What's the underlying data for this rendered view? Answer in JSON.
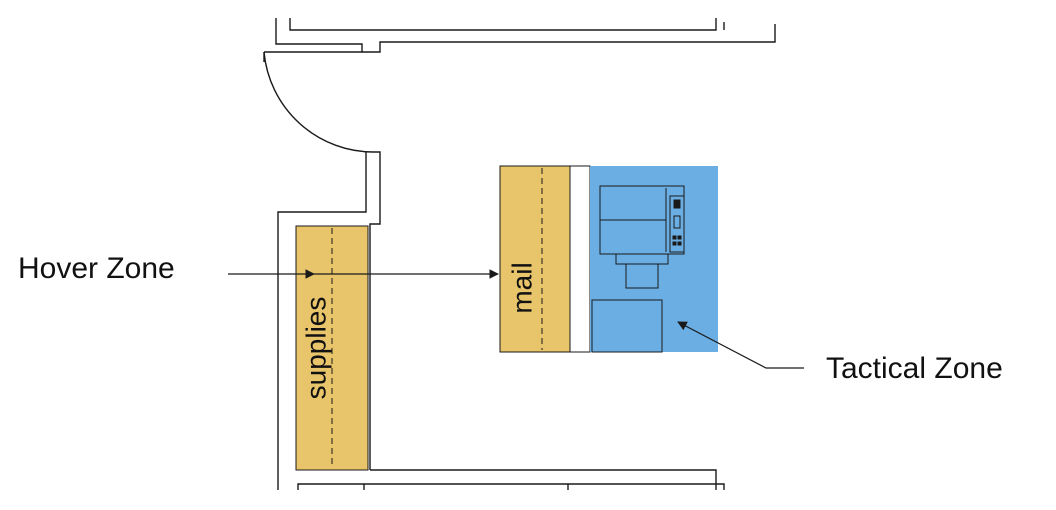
{
  "labels": {
    "hover_zone": "Hover Zone",
    "tactical_zone": "Tactical Zone",
    "supplies": "supplies",
    "mail": "mail"
  },
  "colors": {
    "counter": "#E8C46B",
    "tactical_zone": "#6AAEE3",
    "line": "#1a1a1a"
  },
  "icons": {
    "printer": "printer-icon",
    "arrow": "arrow-icon",
    "door_swing": "door-swing-icon"
  }
}
